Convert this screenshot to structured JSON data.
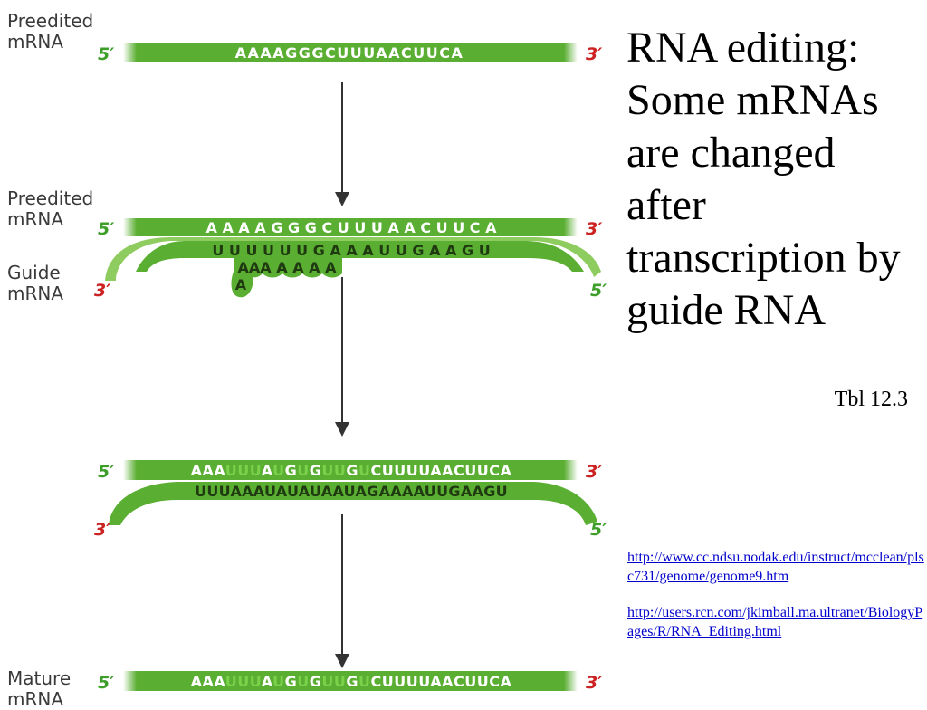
{
  "labels": {
    "preedited_1": "Preedited mRNA",
    "preedited_2": "Preedited mRNA",
    "guide": "Guide mRNA",
    "mature": "Mature mRNA"
  },
  "ends": {
    "five": "5′",
    "three": "3′"
  },
  "sequences": {
    "preedited": "AAAAGGGCUUUAACUUCA",
    "preedited_spaced": "A A A A G G G C U U U A A C U U C A",
    "guide_upper": "U U U U U U G A A A U U G A A G U",
    "guide_loop": "AAA A A A A",
    "guide_loop_tail": "A",
    "guide_full": "UUUAAAUAUAUAAUAGAAAAUUGAAGU"
  },
  "edited_segments": [
    {
      "text": "AAA",
      "inserted": false
    },
    {
      "text": "UUU",
      "inserted": true
    },
    {
      "text": "A",
      "inserted": false
    },
    {
      "text": "U",
      "inserted": true
    },
    {
      "text": "G",
      "inserted": false
    },
    {
      "text": "U",
      "inserted": true
    },
    {
      "text": "G",
      "inserted": false
    },
    {
      "text": "UU",
      "inserted": true
    },
    {
      "text": "G",
      "inserted": false
    },
    {
      "text": "U",
      "inserted": true
    },
    {
      "text": "C",
      "inserted": false
    },
    {
      "text": "UUUUAACUUCA",
      "inserted": false
    }
  ],
  "title": "RNA editing: Some mRNAs are changed after transcription by guide RNA",
  "table_ref": "Tbl 12.3",
  "links": [
    "http://www.cc.ndsu.nodak.edu/instruct/mcclean/plsc731/genome/genome9.htm",
    "http://users.rcn.com/jkimball.ma.ultranet/BiologyPages/R/RNA_Editing.html"
  ],
  "colors": {
    "strand": "#5aae32",
    "strand_light": "#8fcc5f",
    "five_prime": "#3d9e2a",
    "three_prime": "#cc2222",
    "inserted_u": "#7ad14a",
    "arrow": "#333333",
    "link": "#0000cc"
  }
}
